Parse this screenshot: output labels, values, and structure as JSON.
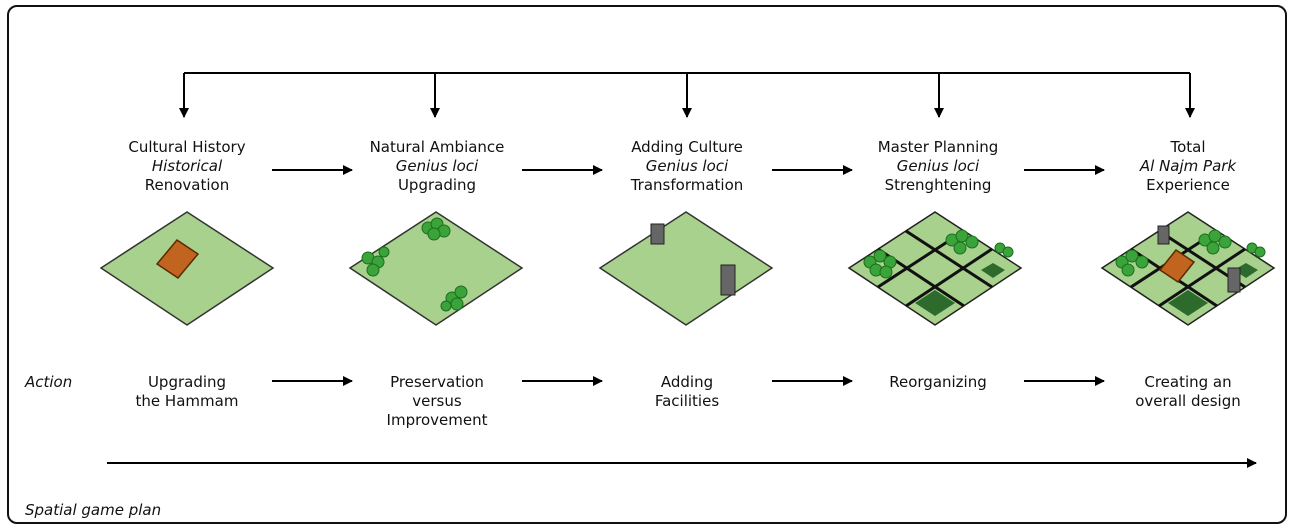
{
  "stages": [
    {
      "line1": "Cultural History",
      "line2": "Historical",
      "line3": "Renovation",
      "action": "Upgrading\nthe Hammam"
    },
    {
      "line1": "Natural Ambiance",
      "line2": "Genius loci",
      "line3": "Upgrading",
      "action": "Preservation\nversus\nImprovement"
    },
    {
      "line1": "Adding Culture",
      "line2": "Genius loci",
      "line3": "Transformation",
      "action": "Adding\nFacilities"
    },
    {
      "line1": "Master Planning",
      "line2": "Genius loci",
      "line3": "Strenghtening",
      "action": "Reorganizing"
    },
    {
      "line1": "Total",
      "line2": "Al Najm Park",
      "line3": "Experience",
      "action": "Creating an\noverall design"
    }
  ],
  "labels": {
    "action": "Action",
    "caption": "Spatial game plan"
  },
  "colors": {
    "plot": "#a9d18e",
    "plot_border": "#333333",
    "tree": "#3aa33a",
    "tree_dark": "#1c6e1c",
    "hammam": "#c0641f",
    "building": "#666666",
    "dark_green": "#2d6b2d",
    "line": "#000000"
  }
}
